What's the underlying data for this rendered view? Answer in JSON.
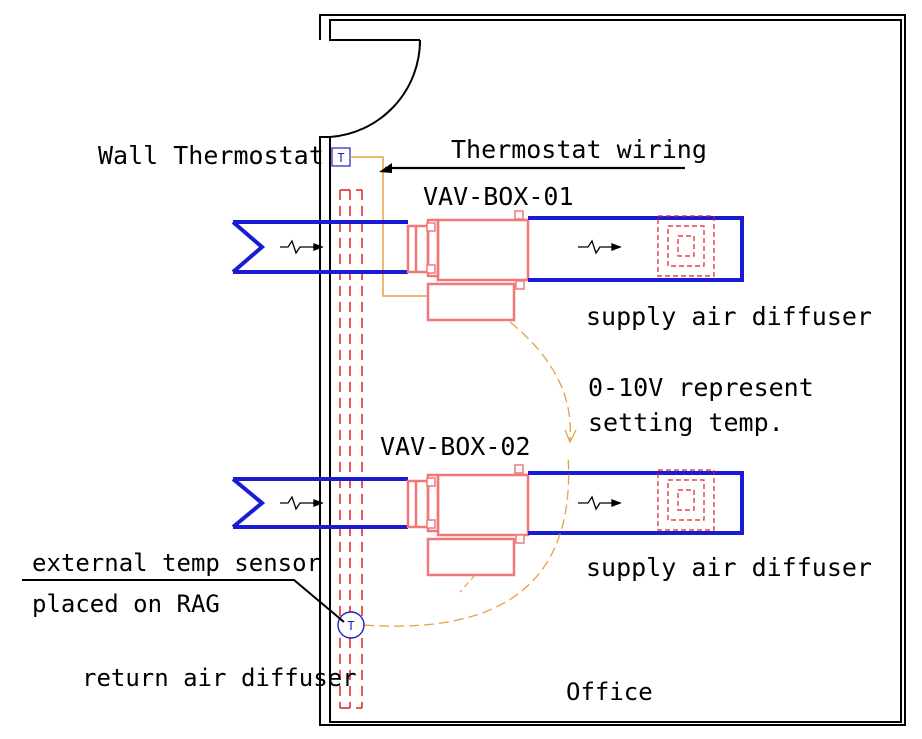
{
  "labels": {
    "wall_thermostat": "Wall Thermostat",
    "thermostat_wiring": "Thermostat wiring",
    "vav_box_01": "VAV-BOX-01",
    "vav_box_02": "VAV-BOX-02",
    "supply_diffuser_1": "supply air diffuser",
    "supply_diffuser_2": "supply air diffuser",
    "signal_line1": "0-10V represent",
    "signal_line2": "setting temp.",
    "external_sensor_line1": "external temp sensor",
    "external_sensor_line2": "placed on RAG",
    "return_diffuser": "return air diffuser",
    "room": "Office",
    "thermostat_symbol": "T",
    "sensor_symbol": "T"
  },
  "colors": {
    "wall": "#000000",
    "duct": "#1b1bd6",
    "vav": "#f07878",
    "diffuser": "#e02020",
    "wiring": "#e8a040",
    "sensor": "#2020c0"
  }
}
